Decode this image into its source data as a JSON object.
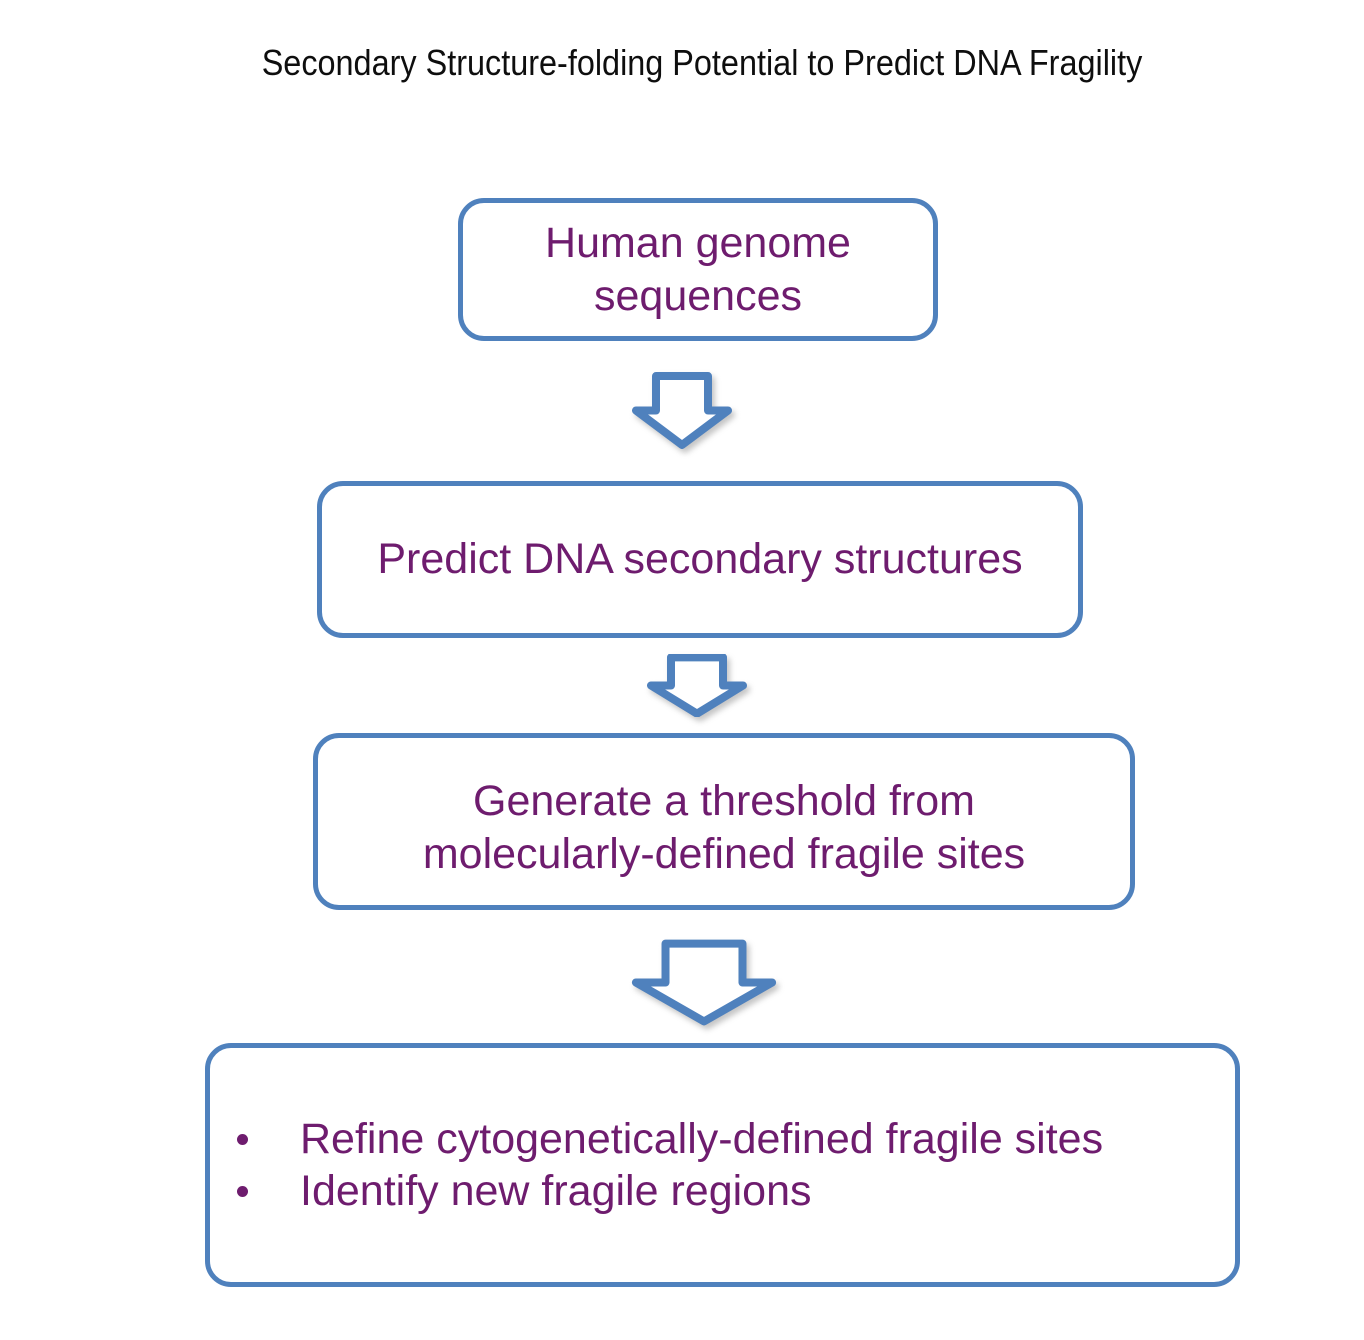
{
  "title": "Secondary Structure-folding Potential to Predict DNA Fragility",
  "colors": {
    "box_border_blue": "#4F81BD",
    "text_purple": "#6E1C6E",
    "title_color": "#0E0E0E",
    "arrow_fill": "#FFFFFF",
    "background": "#FFFFFF"
  },
  "flowchart": {
    "box1": {
      "line1": "Human genome",
      "line2": "sequences"
    },
    "box2": {
      "line1": "Predict DNA secondary structures"
    },
    "box3": {
      "line1": "Generate a threshold from",
      "line2": "molecularly-defined fragile sites"
    },
    "box4": {
      "bullets": [
        "Refine cytogenetically-defined fragile sites",
        "Identify new fragile regions"
      ]
    },
    "arrows": [
      "down-arrow",
      "down-arrow",
      "down-arrow"
    ]
  }
}
